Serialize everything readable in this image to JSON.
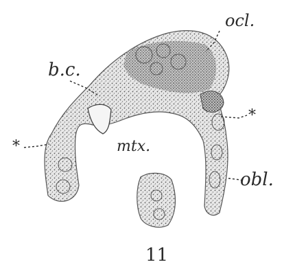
{
  "figure": {
    "labels": {
      "ocl": "ocl.",
      "bc": "b.c.",
      "mtx": "mtx.",
      "obl": "obl.",
      "asterisk_right": "*",
      "asterisk_left": "*"
    },
    "figure_number": "11"
  },
  "colors": {
    "ink": "#2a2a2a",
    "stipple": "#9a9a9a",
    "paper": "#ffffff"
  }
}
